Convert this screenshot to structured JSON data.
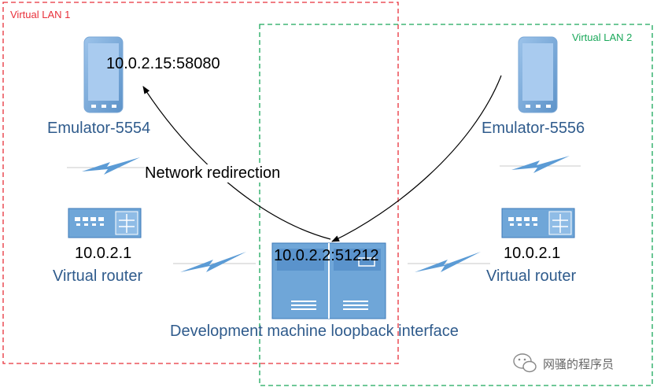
{
  "lans": {
    "lan1": {
      "label": "Virtual LAN 1",
      "color": "#e8303a"
    },
    "lan2": {
      "label": "Virtual LAN 2",
      "color": "#1aa85a"
    }
  },
  "left": {
    "emulator_label": "Emulator-5554",
    "socket_label": "10.0.2.15:58080",
    "router_ip": "10.0.2.1",
    "router_label": "Virtual router"
  },
  "right": {
    "emulator_label": "Emulator-5556",
    "router_ip": "10.0.2.1",
    "router_label": "Virtual router"
  },
  "center": {
    "machine_socket": "10.0.2.2:51212",
    "machine_label": "Development machine loopback interface",
    "redirection_label": "Network redirection"
  },
  "watermark": {
    "text": "网骚的程序员"
  },
  "colors": {
    "device_blue": "#6fa6d8",
    "device_dark": "#3d79b8",
    "label_blue": "#2f5b8c",
    "bolt_blue": "#5b9bd5"
  },
  "icons": [
    "phone-icon",
    "router-icon",
    "server-icon",
    "lightning-link-icon",
    "wechat-icon"
  ]
}
